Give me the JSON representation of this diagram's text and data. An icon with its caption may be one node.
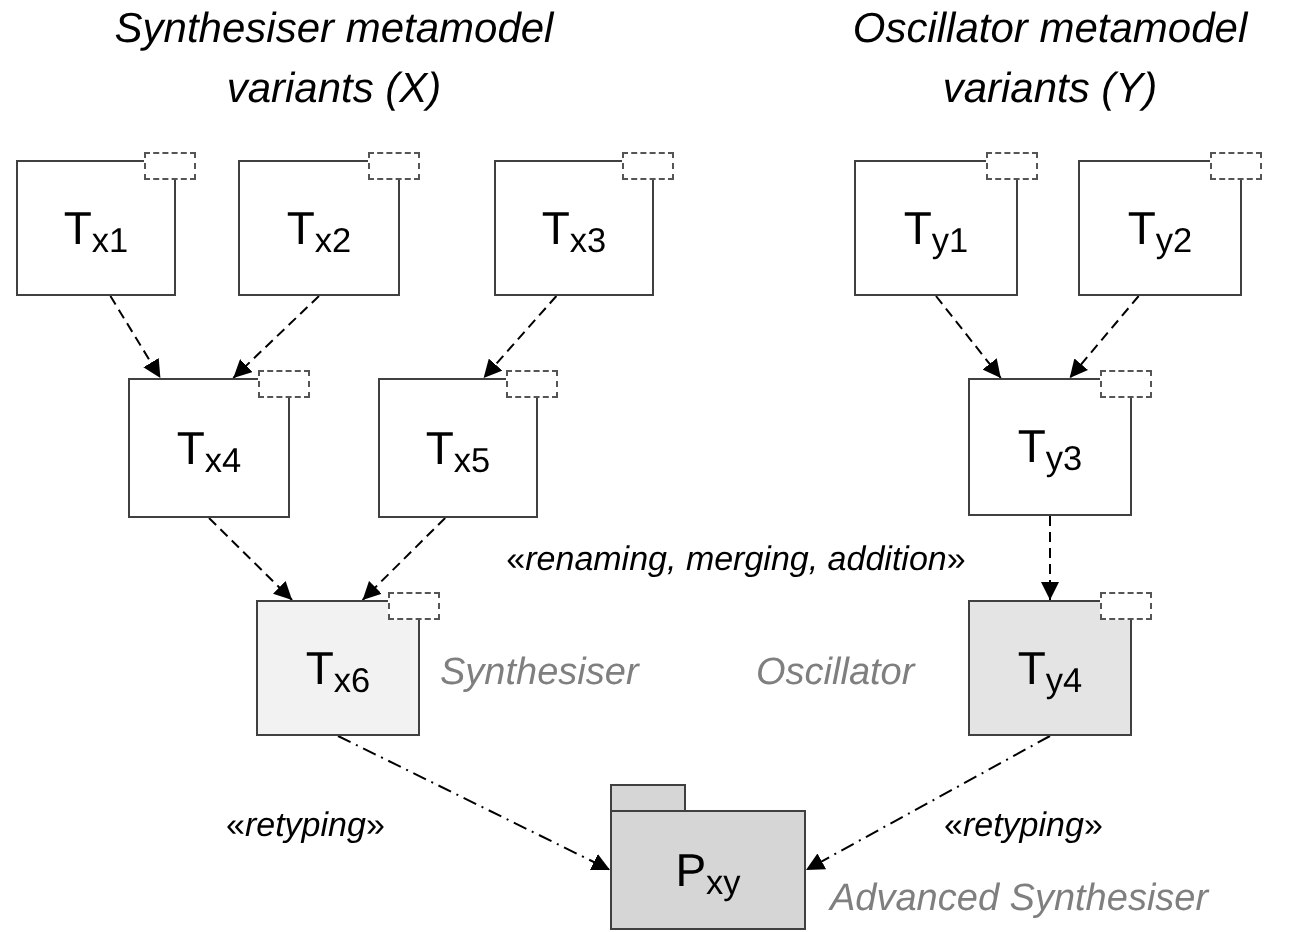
{
  "diagram": {
    "nodes": [
      {
        "text": [
          "T$_{x1}$"
        ]
      },
      {
        "text": [
          "T$_{x2}$"
        ]
      },
      {
        "text": [
          "T$_{x3}$"
        ]
      },
      {
        "text": [
          "T$_{y1}$"
        ]
      },
      {
        "text": [
          "T$_{y2}$"
        ]
      },
      {
        "text": [
          "T$_{x4}$"
        ]
      },
      {
        "text": [
          "T$_{x5}$"
        ]
      },
      {
        "text": [
          "T$_{y3}$"
        ]
      },
      {
        "text": [
          "T$_{x6}$"
        ],
        "beside": [
          "Synthesiser"
        ]
      },
      {
        "text": [
          "T$_{y4}$"
        ],
        "beside": [
          "Oscillator"
        ]
      },
      {
        "text": [
          "P$_{xy}$"
        ],
        "beside": [
          "Advanced Synthesiser"
        ]
      }
    ],
    "edges": [
      {
        "from": 0,
        "to": 5,
        "arrow": "to",
        "style": "dashed"
      },
      {
        "from": 1,
        "to": 5,
        "arrow": "to",
        "style": "dashed"
      },
      {
        "from": 2,
        "to": 6,
        "arrow": "to",
        "style": "dashed"
      },
      {
        "from": 3,
        "to": 7,
        "arrow": "to",
        "style": "dashed"
      },
      {
        "from": 4,
        "to": 7,
        "arrow": "to",
        "style": "dashed"
      },
      {
        "from": 5,
        "to": 8,
        "arrow": "to",
        "style": "dashed"
      },
      {
        "from": 6,
        "to": 8,
        "arrow": "to",
        "style": "dashed"
      },
      {
        "from": 7,
        "to": 9,
        "arrow": "to",
        "style": "dashed"
      },
      {
        "from": 8,
        "to": 10,
        "arrow": "to",
        "label": "«*retyping*»"
      },
      {
        "from": 9,
        "to": 10,
        "arrow": "to",
        "label": "«*retyping*»"
      }
    ],
    "labels": [
      "Synthesiser metamodel variants (X)",
      "Oscillator metamodel variants (Y)",
      "«*renaming, merging, addition*»"
    ]
  }
}
